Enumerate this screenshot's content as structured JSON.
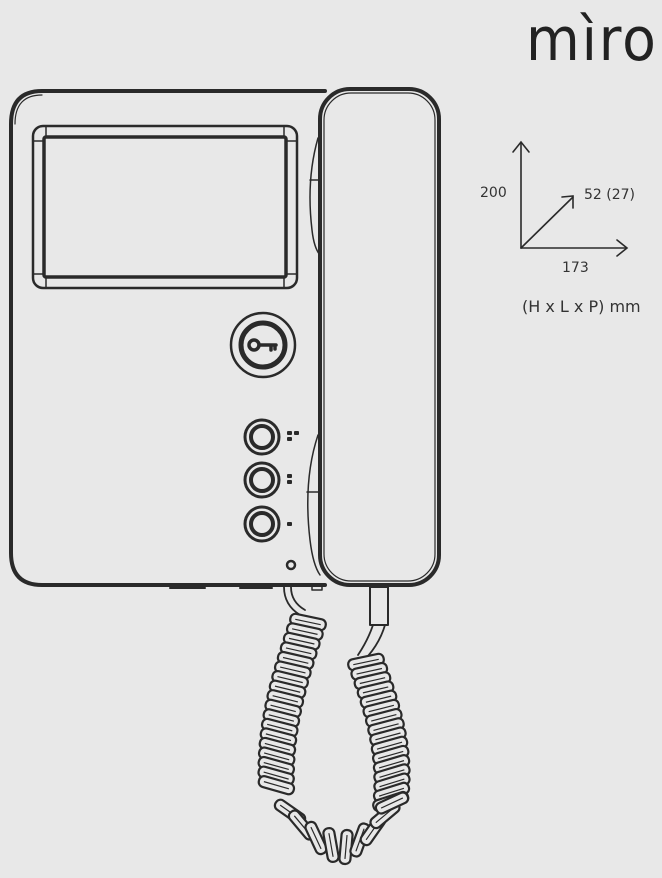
{
  "brand": {
    "logo_text": "mìro"
  },
  "dimensions": {
    "height_value": "200",
    "length_value": "173",
    "depth_value": "52 (27)",
    "units_caption": "(H x L x P) mm"
  },
  "device": {
    "type": "video intercom monitor with handset",
    "buttons": [
      {
        "name": "door-open-key",
        "icon": "key-icon"
      },
      {
        "name": "function-button-1",
        "braille_dots": 3
      },
      {
        "name": "function-button-2",
        "braille_dots": 2
      },
      {
        "name": "function-button-3",
        "braille_dots": 1
      }
    ],
    "status_led": "led-indicator"
  },
  "colors": {
    "background": "#e8e8e8",
    "line": "#2a2a2a",
    "text": "#333333"
  }
}
